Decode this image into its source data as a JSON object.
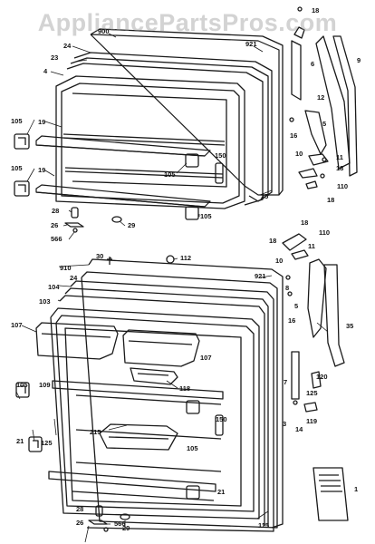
{
  "watermark": "AppliancePartsPros.com",
  "colors": {
    "line": "#1a1a1a",
    "fill": "#ffffff",
    "watermark": "#969696"
  },
  "callouts": [
    "18",
    "900",
    "921",
    "6",
    "9",
    "24",
    "23",
    "4",
    "12",
    "105",
    "19",
    "16",
    "5",
    "11",
    "10",
    "105",
    "150",
    "25",
    "18",
    "110",
    "105",
    "19",
    "18",
    "28",
    "105",
    "26",
    "29",
    "566",
    "18",
    "18",
    "110",
    "30",
    "112",
    "11",
    "910",
    "921",
    "10",
    "24",
    "104",
    "103",
    "5",
    "8",
    "107",
    "16",
    "35",
    "107",
    "118",
    "105",
    "109",
    "120",
    "7",
    "125",
    "150",
    "3",
    "14",
    "119",
    "215",
    "105",
    "21",
    "125",
    "21",
    "28",
    "1",
    "26",
    "566",
    "29",
    "115"
  ]
}
